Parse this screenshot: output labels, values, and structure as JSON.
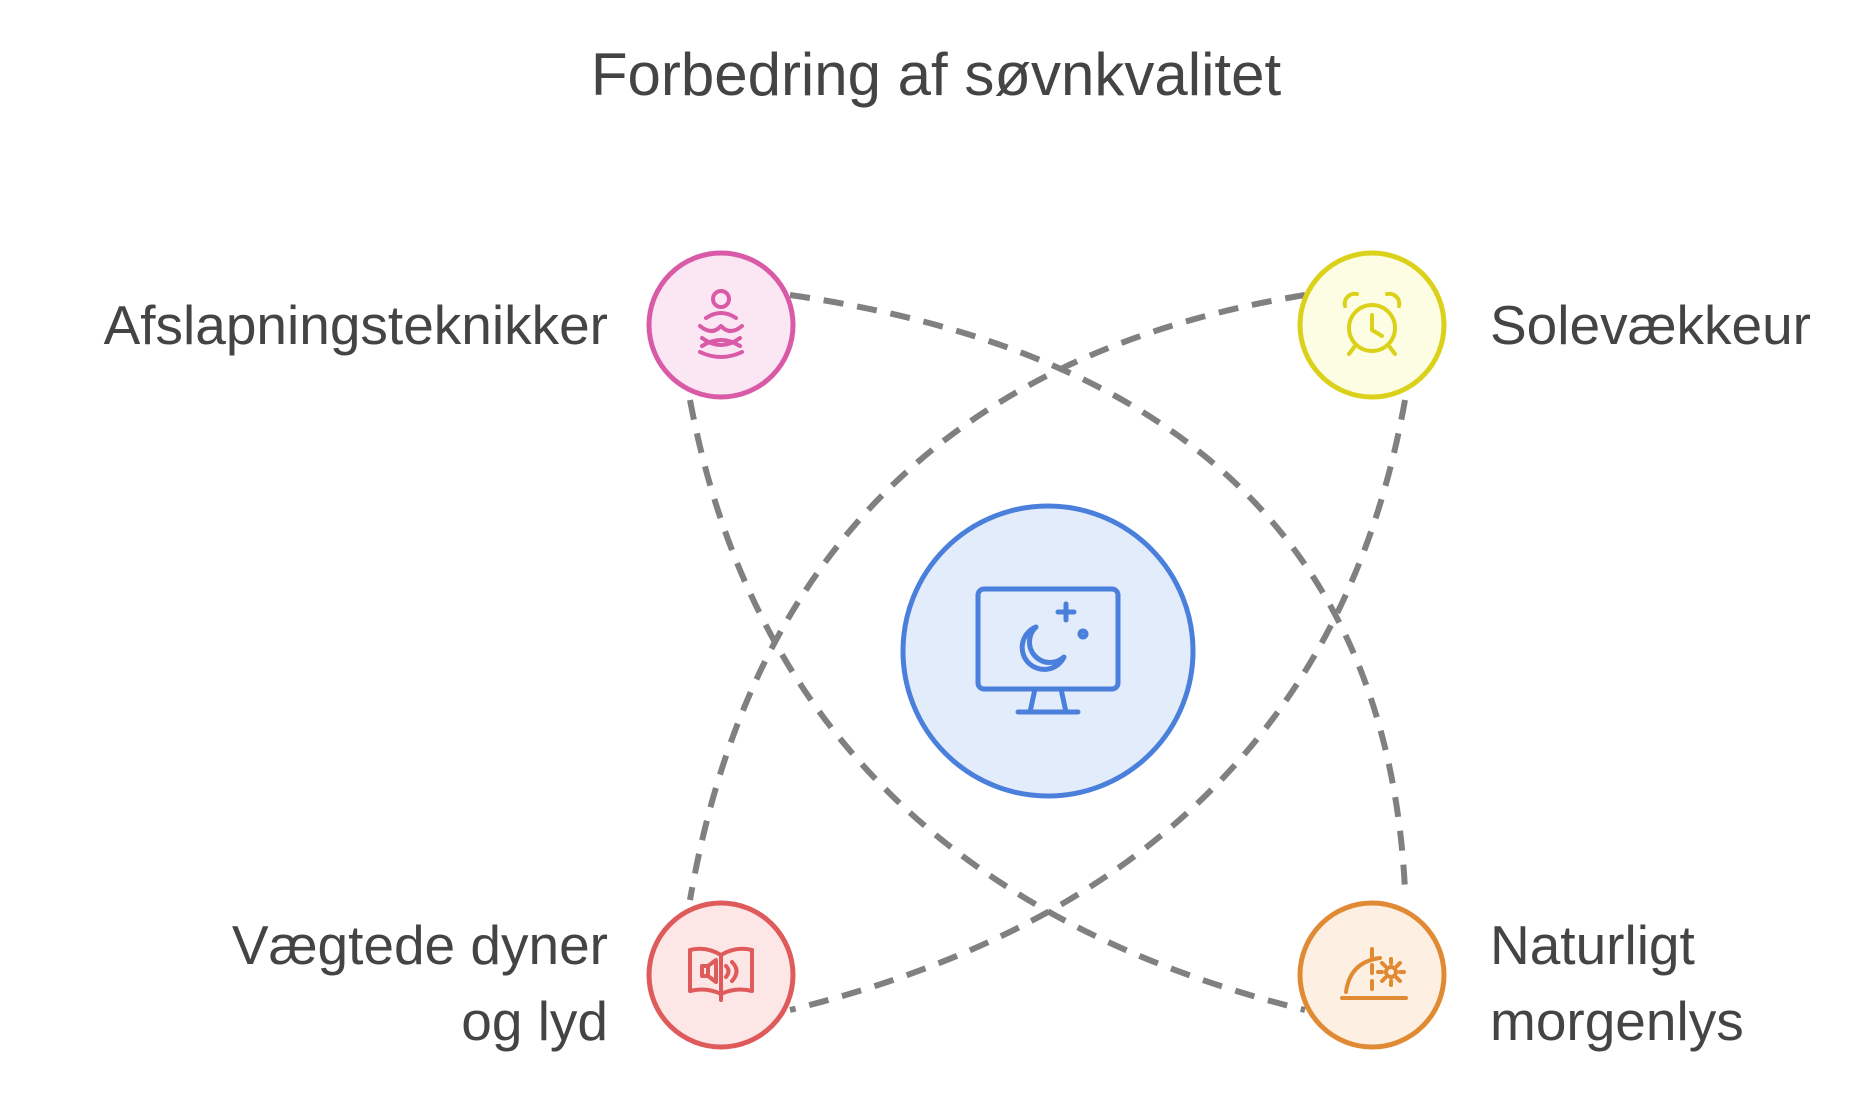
{
  "title": "Forbedring af søvnkvalitet",
  "center": {
    "icon": "monitor-moon-stars-icon",
    "fill": "#e3ecfb",
    "stroke": "#4a7fdc"
  },
  "nodes": [
    {
      "id": "top-left",
      "lines": [
        "Afslapningsteknikker"
      ],
      "icon": "meditation-person-icon",
      "fill": "#fbe6f3",
      "stroke": "#d95aa6"
    },
    {
      "id": "top-right",
      "lines": [
        "Solevækkeur"
      ],
      "icon": "alarm-clock-icon",
      "fill": "#fdfde3",
      "stroke": "#dcd11a"
    },
    {
      "id": "bottom-left",
      "lines": [
        "Vægtede dyner",
        "og lyd"
      ],
      "icon": "book-speaker-icon",
      "fill": "#fde6e6",
      "stroke": "#df5a5a"
    },
    {
      "id": "bottom-right",
      "lines": [
        "Naturligt",
        "morgenlys"
      ],
      "icon": "sunrise-icon",
      "fill": "#fdf0e3",
      "stroke": "#e08a33"
    }
  ],
  "connector_color": "#808080"
}
